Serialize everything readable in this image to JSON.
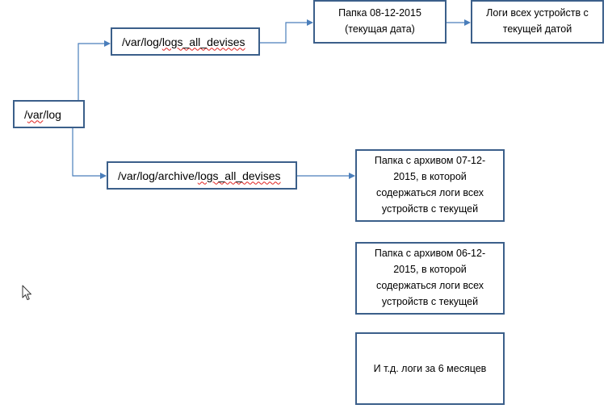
{
  "diagram": {
    "root": {
      "prefix": "/",
      "word": "var",
      "suffix": "/log"
    },
    "current_logs": {
      "prefix": "/var/log/",
      "word": "logs_all_devises",
      "suffix": ""
    },
    "archive_logs": {
      "prefix": "/var/log/archive/",
      "word": "logs_all_devises",
      "suffix": ""
    },
    "folder_today": {
      "line1": "Папка 08-12-2015",
      "line2": "(текущая дата)"
    },
    "logs_today": {
      "line1": "Логи всех устройств с",
      "line2": "текущей датой"
    },
    "archive_1": {
      "line1": "Папка с архивом 07-12-",
      "line2": "2015,  в которой",
      "line3": "содержаться логи всех",
      "line4": "устройств с текущей"
    },
    "archive_2": {
      "line1": "Папка с архивом 06-12-",
      "line2": "2015,  в которой",
      "line3": "содержаться логи всех",
      "line4": "устройств с текущей"
    },
    "etc_note": {
      "text": "И т.д. логи за 6 месяцев"
    }
  },
  "colors": {
    "border": "#3b5f8a",
    "connector": "#4a7ebb",
    "spellcheck": "#e0201e",
    "background": "#ffffff"
  },
  "icons": {
    "cursor": "mouse-pointer-icon"
  }
}
